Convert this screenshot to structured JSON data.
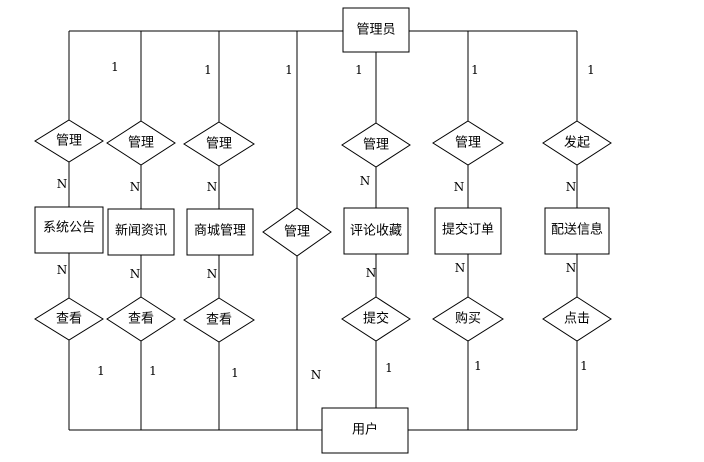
{
  "entities": {
    "admin": "管理员",
    "user": "用户",
    "announcement": "系统公告",
    "news": "新闻资讯",
    "mall": "商城管理",
    "comment": "评论收藏",
    "order": "提交订单",
    "delivery": "配送信息"
  },
  "relationships": {
    "manage_announcement": "管理",
    "manage_news": "管理",
    "manage_mall": "管理",
    "manage_user": "管理",
    "manage_comment": "管理",
    "manage_order": "管理",
    "initiate_delivery": "发起",
    "view_announcement": "查看",
    "view_news": "查看",
    "view_mall": "查看",
    "submit_comment": "提交",
    "buy_order": "购买",
    "click_delivery": "点击"
  },
  "cardinalities": {
    "admin_announcement": "1",
    "admin_news": "1",
    "admin_mall": "1",
    "admin_user": "1",
    "admin_comment": "1",
    "admin_order": "1",
    "admin_delivery": "1",
    "announcement_admin": "N",
    "news_admin": "N",
    "mall_admin": "N",
    "comment_admin": "N",
    "order_admin": "N",
    "delivery_admin": "N",
    "announcement_user": "N",
    "news_user": "N",
    "mall_user": "N",
    "comment_user": "N",
    "order_user": "N",
    "delivery_user": "N",
    "user_announcement": "1",
    "user_news": "1",
    "user_mall": "1",
    "user_admin": "N",
    "user_comment": "1",
    "user_order": "1",
    "user_delivery": "1"
  }
}
